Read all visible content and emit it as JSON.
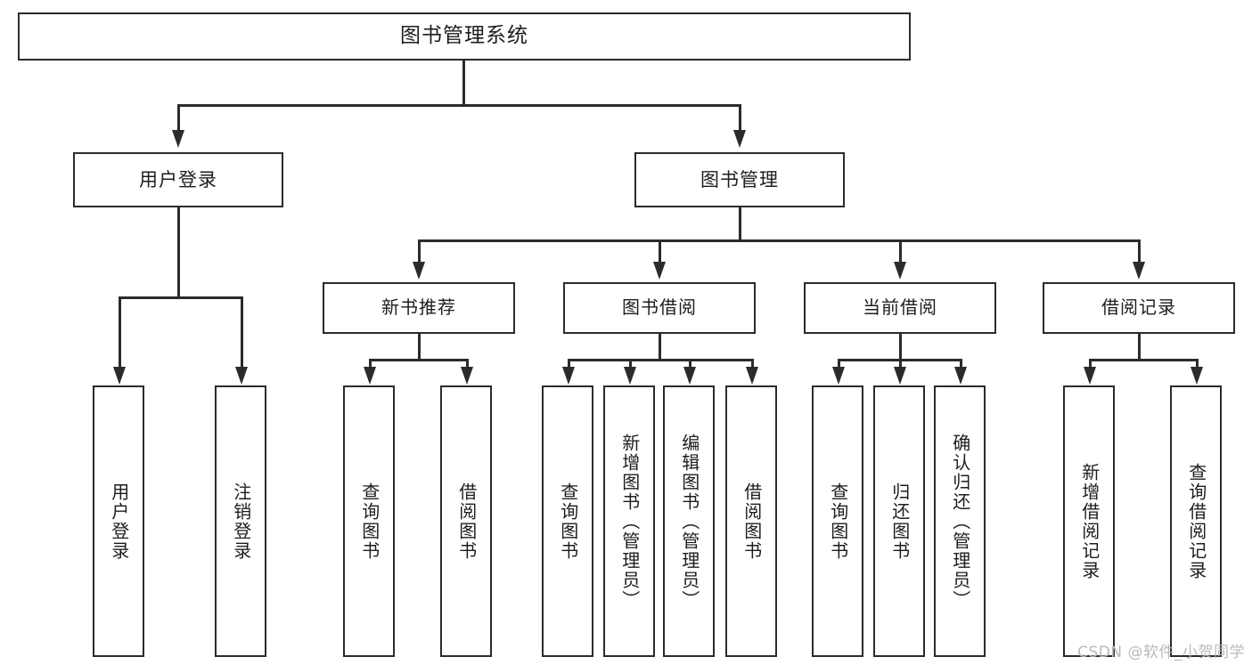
{
  "diagram": {
    "title": "图书管理系统",
    "watermark": "CSDN @软件_小贺同学",
    "root": {
      "label": "图书管理系统"
    },
    "level1": [
      {
        "label": "用户登录"
      },
      {
        "label": "图书管理"
      }
    ],
    "level2": [
      {
        "label": "新书推荐"
      },
      {
        "label": "图书借阅"
      },
      {
        "label": "当前借阅"
      },
      {
        "label": "借阅记录"
      }
    ],
    "leaves": [
      {
        "label": "用户登录",
        "parent": "用户登录"
      },
      {
        "label": "注销登录",
        "parent": "用户登录"
      },
      {
        "label": "查询图书",
        "parent": "新书推荐"
      },
      {
        "label": "借阅图书",
        "parent": "新书推荐"
      },
      {
        "label": "查询图书",
        "parent": "图书借阅"
      },
      {
        "label": "新增图书（管理员）",
        "parent": "图书借阅"
      },
      {
        "label": "编辑图书（管理员）",
        "parent": "图书借阅"
      },
      {
        "label": "借阅图书",
        "parent": "图书借阅"
      },
      {
        "label": "查询图书",
        "parent": "当前借阅"
      },
      {
        "label": "归还图书",
        "parent": "当前借阅"
      },
      {
        "label": "确认归还（管理员）",
        "parent": "当前借阅"
      },
      {
        "label": "新增借阅记录",
        "parent": "借阅记录"
      },
      {
        "label": "查询借阅记录",
        "parent": "借阅记录"
      }
    ]
  }
}
